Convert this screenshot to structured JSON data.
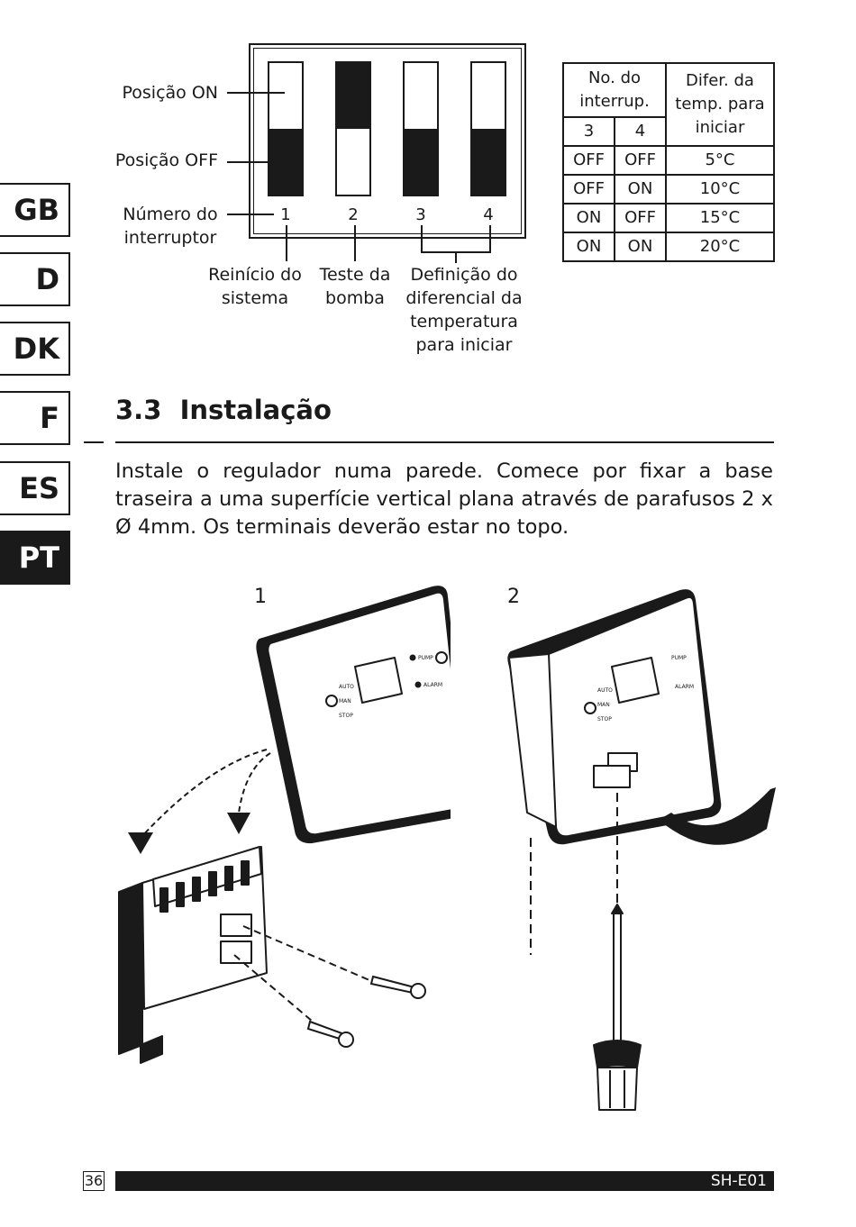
{
  "language_tabs": [
    {
      "label": "GB",
      "active": false
    },
    {
      "label": "D",
      "active": false
    },
    {
      "label": "DK",
      "active": false
    },
    {
      "label": "F",
      "active": false
    },
    {
      "label": "ES",
      "active": false
    },
    {
      "label": "PT",
      "active": true
    }
  ],
  "dip_diagram": {
    "label_on": "Posição ON",
    "label_off": "Posição OFF",
    "label_number_line1": "Número do",
    "label_number_line2": "interruptor",
    "switches": [
      {
        "number": "1",
        "state": "OFF"
      },
      {
        "number": "2",
        "state": "ON"
      },
      {
        "number": "3",
        "state": "OFF"
      },
      {
        "number": "4",
        "state": "OFF"
      }
    ],
    "caption_1_line1": "Reinício do",
    "caption_1_line2": "sistema",
    "caption_2_line1": "Teste da",
    "caption_2_line2": "bomba",
    "caption_3_line1": "Definição do",
    "caption_3_line2": "diferencial da",
    "caption_3_line3": "temperatura",
    "caption_3_line4": "para iniciar"
  },
  "switch_table": {
    "header_switch_line1": "No. do",
    "header_switch_line2": "interrup.",
    "header_diff_line1": "Difer. da",
    "header_diff_line2": "temp. para",
    "header_diff_line3": "iniciar",
    "sub_3": "3",
    "sub_4": "4",
    "rows": [
      {
        "s3": "OFF",
        "s4": "OFF",
        "diff": "5°C"
      },
      {
        "s3": "OFF",
        "s4": "ON",
        "diff": "10°C"
      },
      {
        "s3": "ON",
        "s4": "OFF",
        "diff": "15°C"
      },
      {
        "s3": "ON",
        "s4": "ON",
        "diff": "20°C"
      }
    ]
  },
  "section": {
    "title": "3.3  Instalação",
    "body": "Instale o regulador numa parede. Comece por fixar a base traseira a uma superfície vertical plana através de parafusos 2 x Ø 4mm. Os terminais deverão estar no topo."
  },
  "figures": {
    "fig1_number": "1",
    "fig2_number": "2",
    "device_labels": {
      "auto": "AUTO",
      "man": "MAN",
      "stop": "STOP",
      "pump": "PUMP",
      "alarm": "ALARM"
    }
  },
  "footer": {
    "page_number": "36",
    "model_code": "SH-E01"
  }
}
